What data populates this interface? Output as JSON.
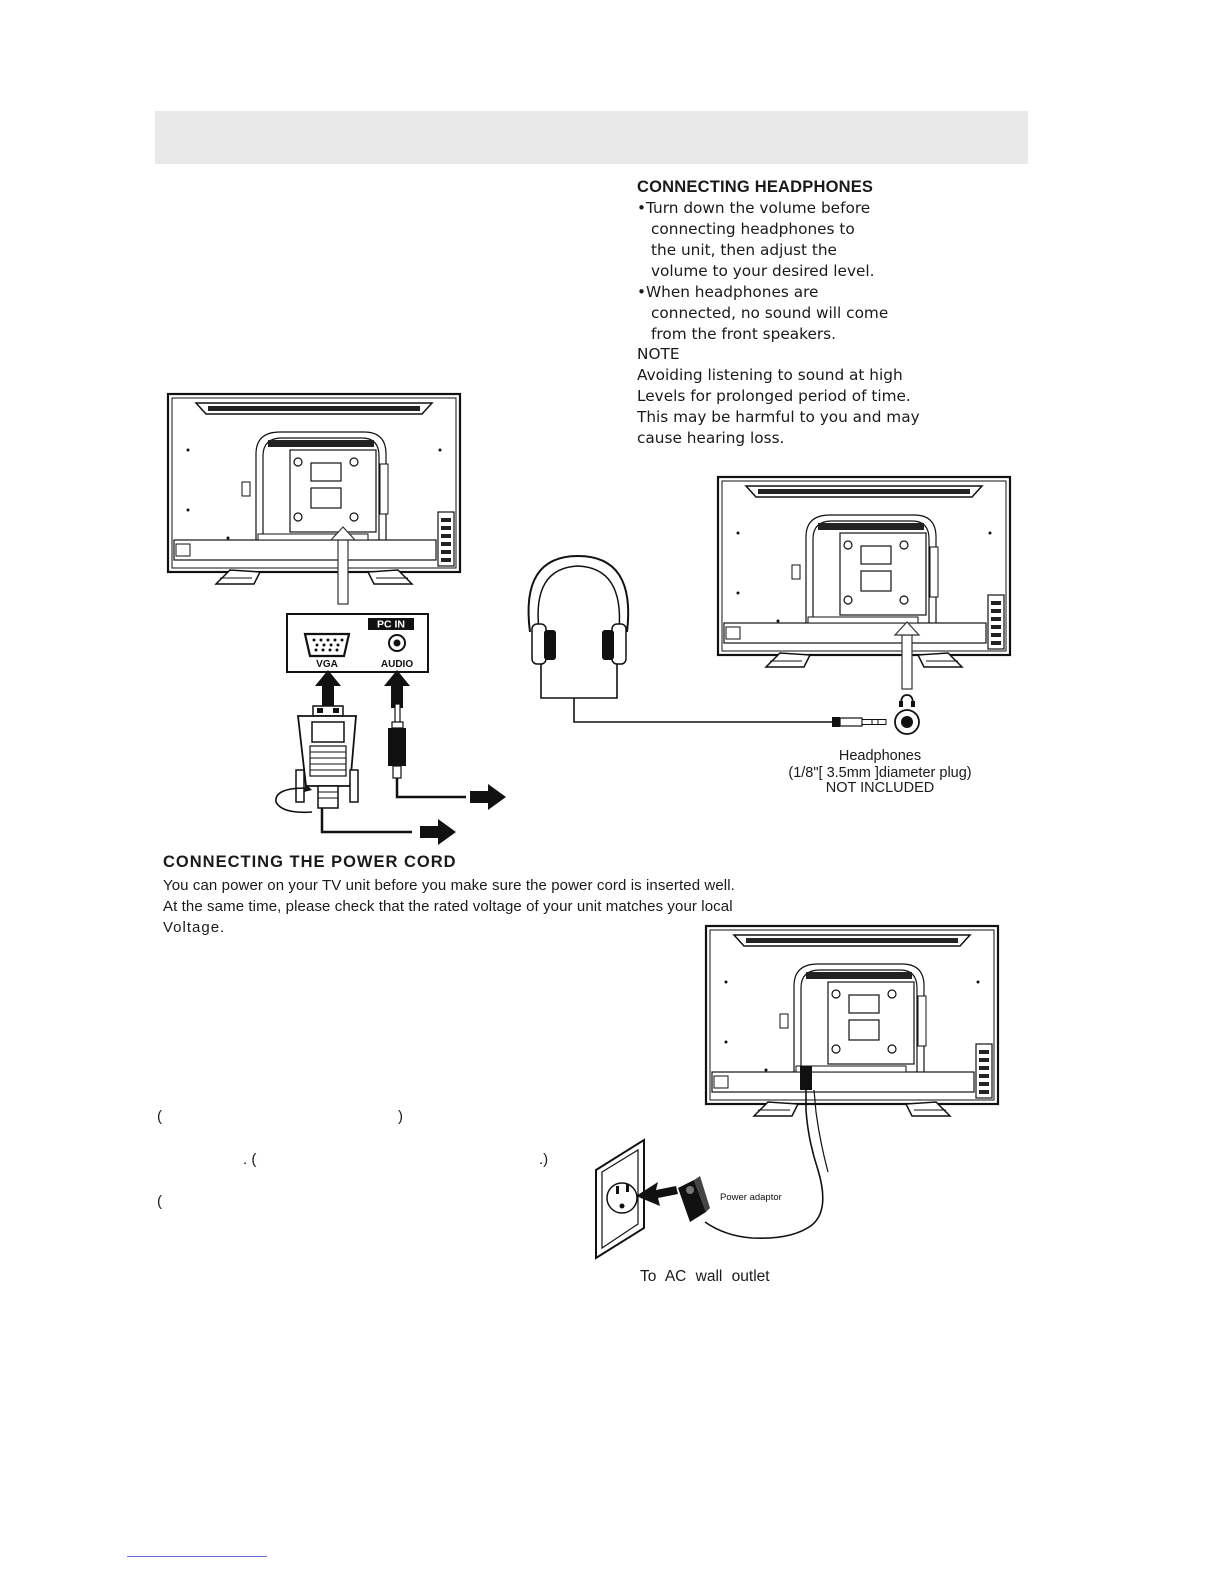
{
  "headphones": {
    "title": "CONNECTING HEADPHONES",
    "bullet1_line1": "•Turn down the volume before",
    "bullet1_line2": "connecting headphones to",
    "bullet1_line3": "the unit, then adjust the",
    "bullet1_line4": "volume to your desired level.",
    "bullet2_line1": "•When headphones are",
    "bullet2_line2": "connected, no sound will come",
    "bullet2_line3": "from the front speakers.",
    "note_label": "NOTE",
    "note_line1": "Avoiding listening to sound at high",
    "note_line2": "Levels for prolonged period of time.",
    "note_line3": "This may be harmful to you and may",
    "note_line4": "cause hearing loss.",
    "caption_line1": "Headphones",
    "caption_line2": "(1/8\"[ 3.5mm ]diameter plug)",
    "caption_line3": "NOT INCLUDED"
  },
  "pc_panel": {
    "header": "PC IN",
    "vga_label": "VGA",
    "audio_label": "AUDIO"
  },
  "power": {
    "title": "CONNECTING  THE POWER CORD",
    "line1": "You can power on your TV unit before you make sure the power cord is inserted well.",
    "line2": "At the same time, please check that the rated voltage of your unit matches your local",
    "line3": "Voltage.",
    "paren1_open": "(",
    "paren1_close": ")",
    "paren2_dot_open": ". (",
    "paren2_close": ".)",
    "paren3_open": "(",
    "adaptor_label": "Power adaptor",
    "outlet_caption": "To  AC  wall  outlet"
  }
}
